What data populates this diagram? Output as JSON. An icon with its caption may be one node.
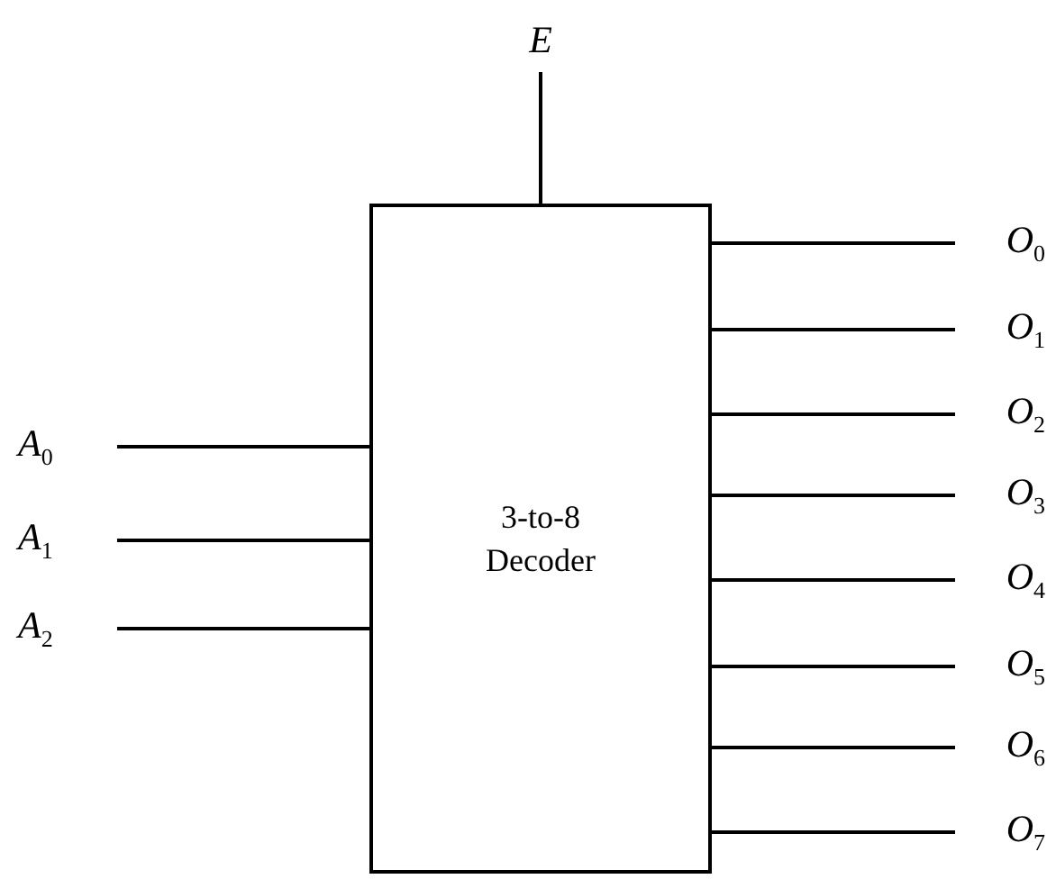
{
  "diagram": {
    "nodes": [
      {
        "text": [
          "E"
        ]
      },
      {
        "text": [
          "3-to-8 Decoder"
        ]
      },
      {
        "text": [
          "A$_{0}$"
        ]
      },
      {
        "text": [
          "A$_{1}$"
        ]
      },
      {
        "text": [
          "A$_{2}$"
        ]
      },
      {
        "text": [
          "O$_{0}$"
        ]
      },
      {
        "text": [
          "O$_{1}$"
        ]
      },
      {
        "text": [
          "O$_{2}$"
        ]
      },
      {
        "text": [
          "O$_{3}$"
        ]
      },
      {
        "text": [
          "O$_{4}$"
        ]
      },
      {
        "text": [
          "O$_{5}$"
        ]
      },
      {
        "text": [
          "O$_{6}$"
        ]
      },
      {
        "text": [
          "O$_{7}$"
        ]
      }
    ],
    "edges": [
      {
        "from": 0,
        "to": 1,
        "arrow": "none"
      },
      {
        "from": 2,
        "to": 1,
        "arrow": "none"
      },
      {
        "from": 3,
        "to": 1,
        "arrow": "none"
      },
      {
        "from": 4,
        "to": 1,
        "arrow": "none"
      },
      {
        "from": 1,
        "to": 5,
        "arrow": "none"
      },
      {
        "from": 1,
        "to": 6,
        "arrow": "none"
      },
      {
        "from": 1,
        "to": 7,
        "arrow": "none"
      },
      {
        "from": 1,
        "to": 8,
        "arrow": "none"
      },
      {
        "from": 1,
        "to": 9,
        "arrow": "none"
      },
      {
        "from": 1,
        "to": 10,
        "arrow": "none"
      },
      {
        "from": 1,
        "to": 11,
        "arrow": "none"
      },
      {
        "from": 1,
        "to": 12,
        "arrow": "none"
      }
    ]
  }
}
